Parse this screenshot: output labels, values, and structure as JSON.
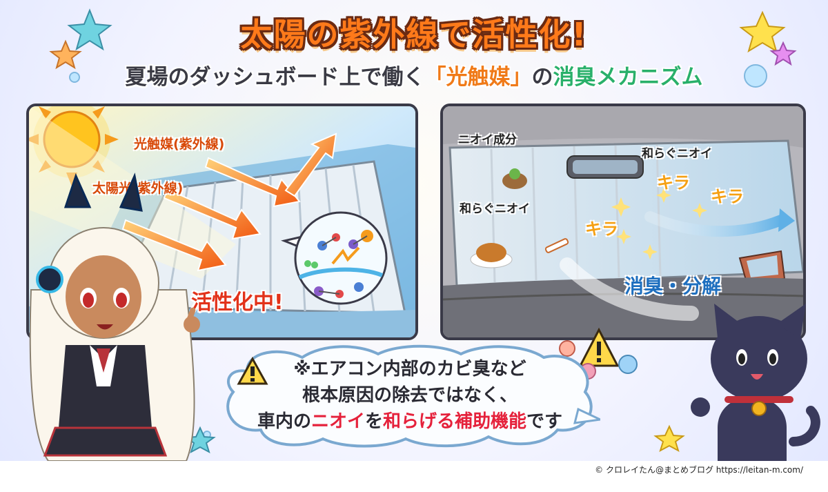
{
  "header": {
    "title": "太陽の紫外線で活性化!",
    "subtitle_part1": "夏場のダッシュボード上で働く",
    "subtitle_highlight": "「光触媒」",
    "subtitle_part2": "の",
    "subtitle_highlight2": "消臭メカニズム"
  },
  "left_panel": {
    "photocatalyst_label": "光触媒(紫外線)",
    "sunlight_label": "太陽光(紫外線)",
    "active_label": "活性化中!"
  },
  "right_panel": {
    "odor_label": "ニオイ成分",
    "softened_label_top": "和らぐニオイ",
    "softened_label_mid": "和らぐニオイ",
    "kira1": "キラ",
    "kira2": "キラ",
    "kira3": "キラ",
    "decompose_label": "消臭・分解"
  },
  "note": {
    "line1": "※エアコン内部のカビ臭など",
    "line2": "根本原因の除去ではなく、",
    "line3_a": "車内の",
    "line3_b": "ニオイ",
    "line3_c": "を",
    "line3_d": "和らげる",
    "line3_e": "補助機能",
    "line3_f": "です"
  },
  "footer": {
    "credit": "© クロレイたん@まとめブログ https://leitan-m.com/"
  },
  "colors": {
    "title": "#ff7a1a",
    "outline": "#6a2a12",
    "accent_red": "#e5213b",
    "accent_blue": "#1e6fbf",
    "accent_green": "#29b06a"
  }
}
